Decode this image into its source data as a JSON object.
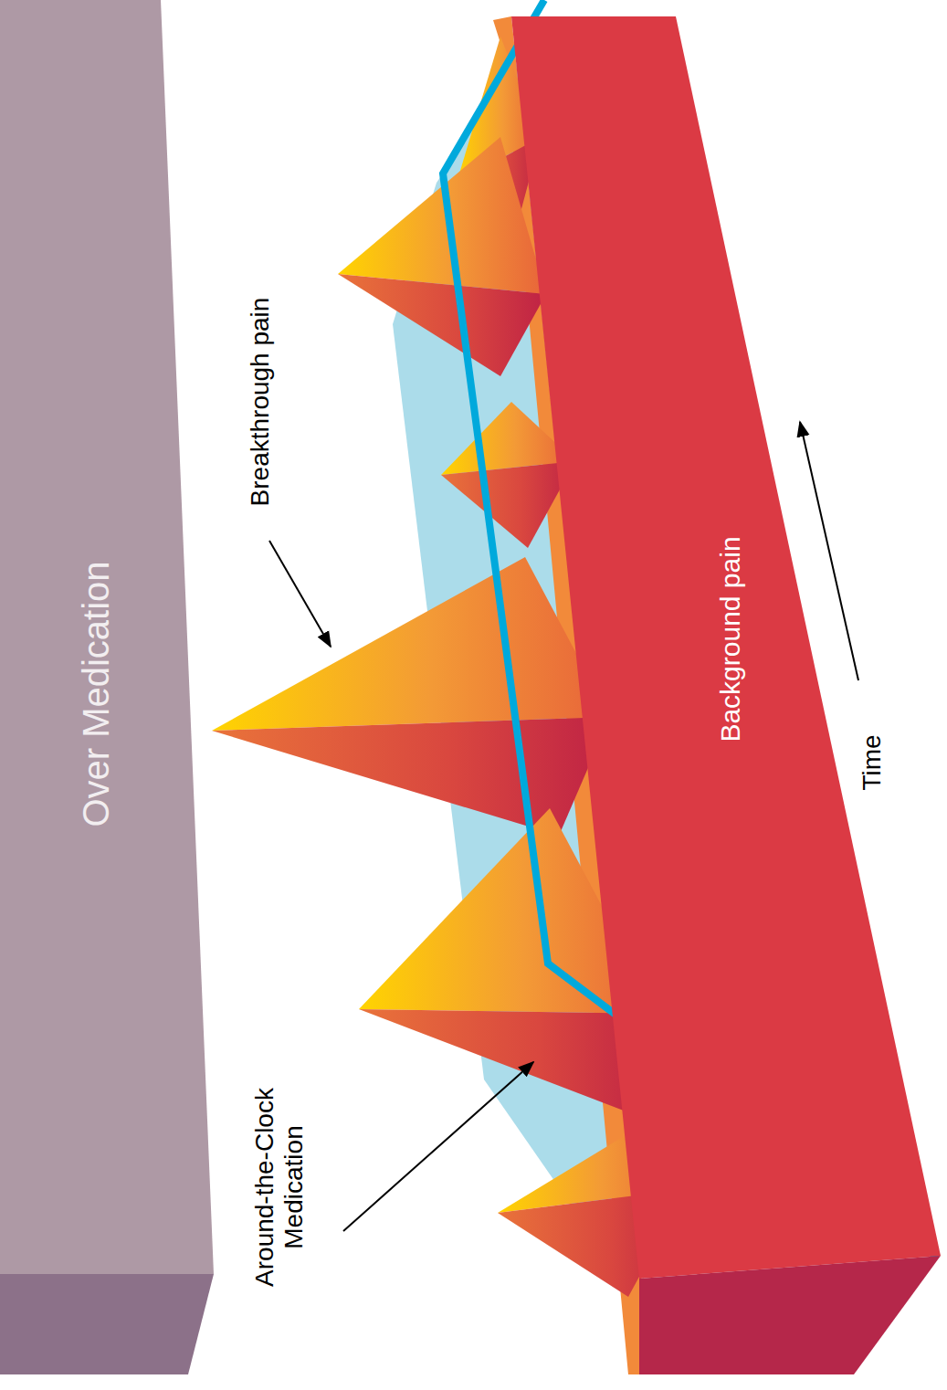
{
  "diagram": {
    "nodes": [
      {
        "text": [
          "Over Medication"
        ]
      },
      {
        "text": [
          "Background pain"
        ]
      }
    ],
    "labels": [
      "Breakthrough pain",
      "Around-the-Clock Medication",
      "Time"
    ]
  }
}
